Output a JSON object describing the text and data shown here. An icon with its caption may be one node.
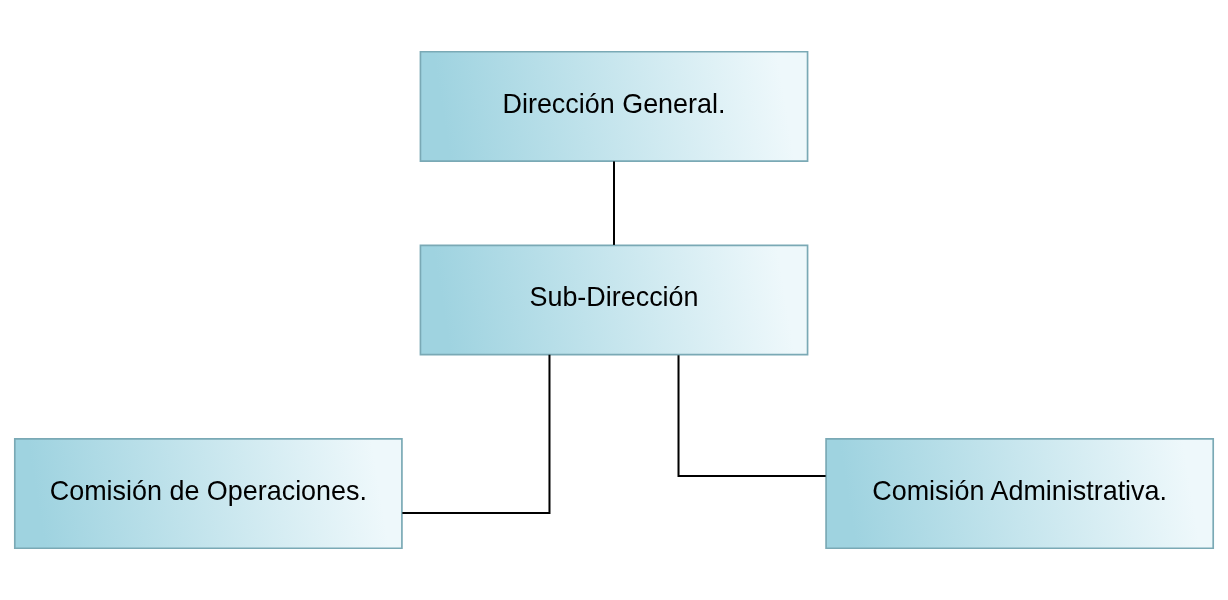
{
  "diagram": {
    "nodes": [
      {
        "text": [
          "Dirección General."
        ]
      },
      {
        "text": [
          "Sub-Dirección"
        ]
      },
      {
        "text": [
          "Comisión de Operaciones."
        ]
      },
      {
        "text": [
          "Comisión Administrativa."
        ]
      }
    ],
    "edges": [
      {
        "from": 0,
        "to": 1,
        "arrow": "none"
      },
      {
        "from": 1,
        "to": 2,
        "arrow": "none"
      },
      {
        "from": 1,
        "to": 3,
        "arrow": "none"
      }
    ]
  }
}
